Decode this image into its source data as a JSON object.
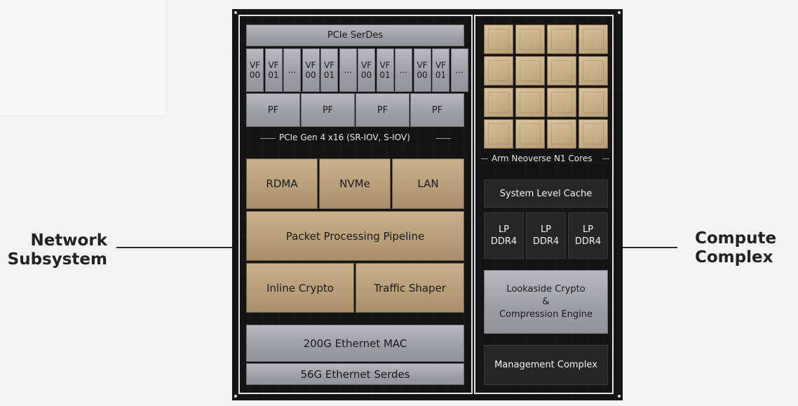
{
  "labels": {
    "network": [
      "Network",
      "Subsystem"
    ],
    "compute": [
      "Compute",
      "Complex"
    ]
  },
  "network_subsystem": {
    "pcie_serdes": "PCIe SerDes",
    "vf_groups": [
      [
        "VF\n00",
        "VF\n01",
        "..."
      ],
      [
        "VF\n00",
        "VF\n01",
        "..."
      ],
      [
        "VF\n00",
        "VF\n01",
        "..."
      ],
      [
        "VF\n00",
        "VF\n01",
        "..."
      ]
    ],
    "pf": [
      "PF",
      "PF",
      "PF",
      "PF"
    ],
    "pcie_caption": "PCIe Gen 4 x16 (SR-IOV, S-IOV)",
    "rdma": "RDMA",
    "nvme": "NVMe",
    "lan": "LAN",
    "packet_pipeline": "Packet Processing Pipeline",
    "inline_crypto": "Inline Crypto",
    "traffic_shaper": "Traffic Shaper",
    "ethernet_mac": "200G Ethernet MAC",
    "ethernet_serdes": "56G Ethernet Serdes"
  },
  "compute_complex": {
    "cores_caption": "Arm Neoverse N1 Cores",
    "core_grid": {
      "rows": 4,
      "cols": 4
    },
    "system_cache": "System Level Cache",
    "lpddr": [
      "LP\nDDR4",
      "LP\nDDR4",
      "LP\nDDR4"
    ],
    "lookaside": [
      "Lookaside Crypto",
      "&",
      "Compression Engine"
    ],
    "management": "Management Complex"
  },
  "colors": {
    "die": "#141414",
    "silver_block": "#a8a8ae",
    "gold_block": "#bba37d",
    "dark_block": "#262626"
  }
}
